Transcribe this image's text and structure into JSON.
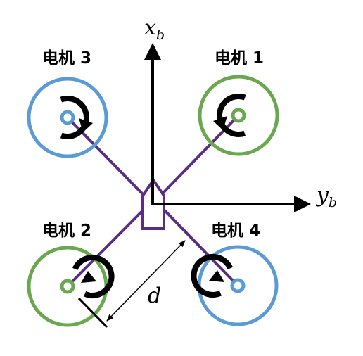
{
  "motors": [
    {
      "id": "motor-1",
      "label": "电机 1",
      "ring_color": "#6aa84f",
      "rotation": "counterclockwise"
    },
    {
      "id": "motor-2",
      "label": "电机 2",
      "ring_color": "#6aa84f",
      "rotation": "counterclockwise"
    },
    {
      "id": "motor-3",
      "label": "电机 3",
      "ring_color": "#5b9bd5",
      "rotation": "clockwise"
    },
    {
      "id": "motor-4",
      "label": "电机 4",
      "ring_color": "#5b9bd5",
      "rotation": "clockwise"
    }
  ],
  "axes": {
    "x": {
      "symbol": "x",
      "subscript": "b"
    },
    "y": {
      "symbol": "y",
      "subscript": "b"
    }
  },
  "dimension": {
    "symbol": "d"
  },
  "colors": {
    "frame": "#5b2c83",
    "green_ring": "#6aa84f",
    "blue_ring": "#5b9bd5",
    "arrow": "#000000"
  }
}
